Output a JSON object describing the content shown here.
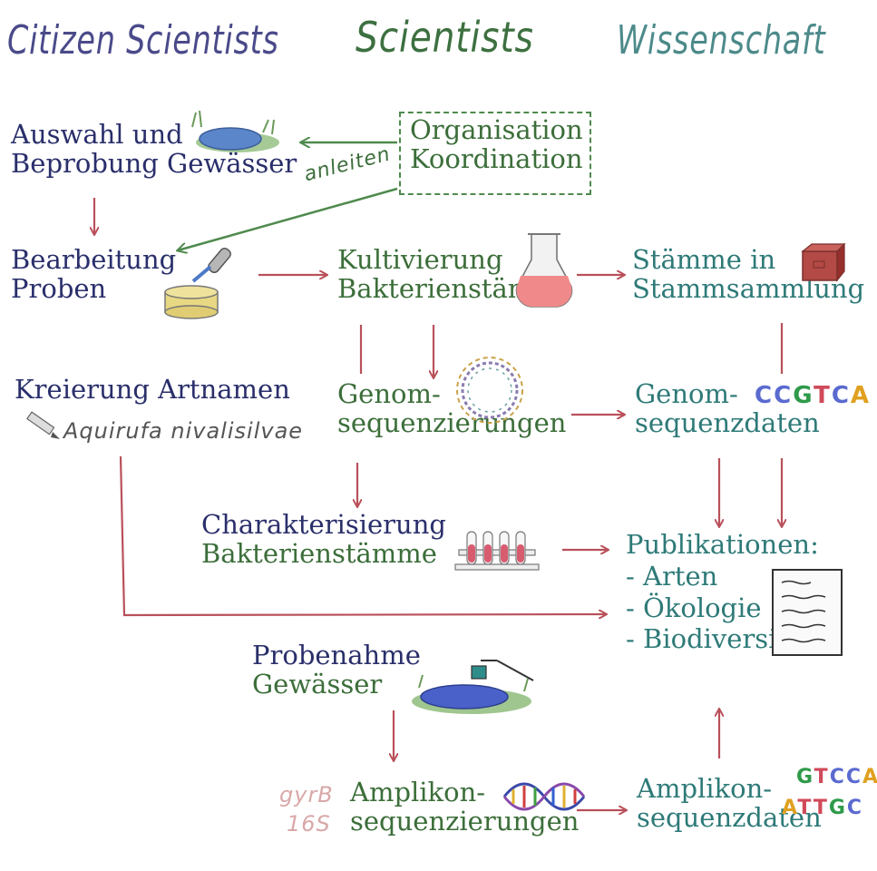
{
  "headers": {
    "citizen": "Citizen Scientists",
    "scientists": "Scientists",
    "science": "Wissenschaft"
  },
  "nodes": {
    "auswahl": [
      "Auswahl und",
      "Beprobung Gewässer"
    ],
    "organisation": [
      "Organisation",
      "Koordination"
    ],
    "anleiten": "anleiten",
    "bearbeitung": [
      "Bearbeitung",
      "Proben"
    ],
    "kultivierung": [
      "Kultivierung",
      "Bakterienstämme"
    ],
    "staemme": [
      "Stämme in",
      "Stammsammlung"
    ],
    "kreierung": "Kreierung Artnamen",
    "artname": "Aquirufa nivalisilvae",
    "genomseq": [
      "Genom-",
      "sequenzierungen"
    ],
    "genomdaten": [
      "Genom-",
      "sequenzdaten"
    ],
    "genomdaten_code": "CCGTCA",
    "charakterisierung": [
      "Charakterisierung",
      "Bakterienstämme"
    ],
    "publikationen": [
      "Publikationen:",
      "- Arten",
      "- Ökologie",
      "- Biodiversität"
    ],
    "probenahme": [
      "Probenahme",
      "Gewässer"
    ],
    "gene_markers": [
      "gyrB",
      "16S"
    ],
    "amplikonseq": [
      "Amplikon-",
      "sequenzierungen"
    ],
    "amplikondaten": [
      "Amplikon-",
      "sequenzdaten"
    ],
    "amplikon_code": [
      "GTCCA",
      "ATTGC"
    ]
  },
  "colors": {
    "navy": "#2a2f6b",
    "green": "#3c6e3a",
    "teal": "#2e7a78",
    "arrow_red": "#b9505a",
    "arrow_green": "#4f8a4d",
    "header_citizen": "#4a4a8a",
    "header_scientists": "#3d7040",
    "header_science": "#4d8a8a"
  },
  "icons": [
    "pond-icon",
    "pipette-icon",
    "petri-dish-icon",
    "flask-icon",
    "storage-box-icon",
    "plasmid-icon",
    "pencil-icon",
    "test-tubes-icon",
    "document-icon",
    "sampling-pond-icon",
    "dna-helix-icon"
  ]
}
